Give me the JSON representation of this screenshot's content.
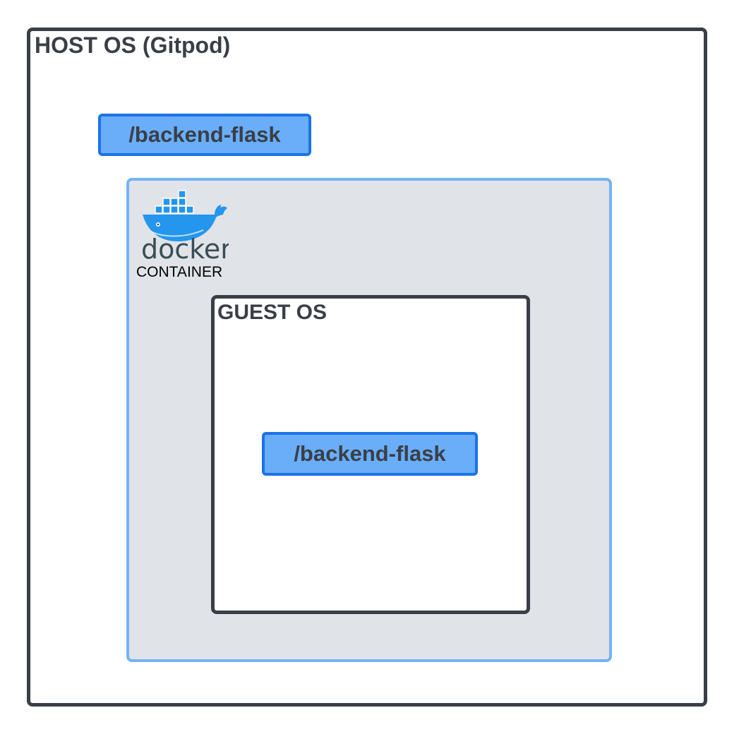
{
  "host": {
    "title": "HOST OS (Gitpod)",
    "folder_label": "/backend-flask"
  },
  "container": {
    "logo_word": "docker",
    "label": "CONTAINER"
  },
  "guest": {
    "title": "GUEST OS",
    "folder_label": "/backend-flask"
  },
  "colors": {
    "border_dark": "#3a3f47",
    "folder_fill": "#6aaefa",
    "folder_border": "#1a73e8",
    "container_fill": "#e0e3e8",
    "container_border": "#74b2f5",
    "docker_blue": "#2496ed",
    "docker_text": "#394d54"
  },
  "icons": {
    "docker": "docker-whale-icon"
  }
}
